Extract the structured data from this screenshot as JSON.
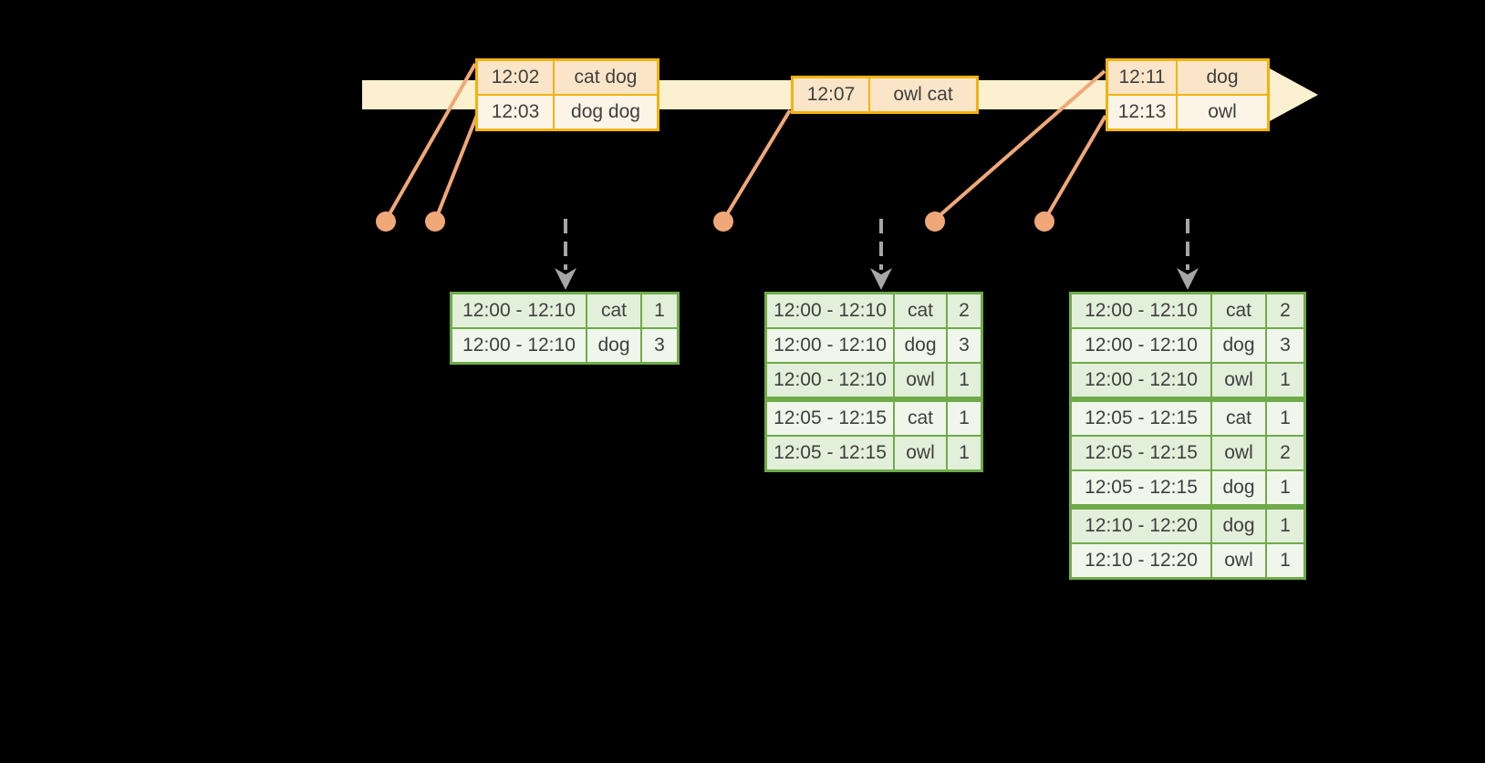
{
  "colors": {
    "background": "#000000",
    "timeline_fill": "#FBF0CF",
    "event_border": "#F2B30D",
    "event_row_peach": "#FAE5C8",
    "event_row_cream": "#FCF4E6",
    "connector": "#F0A878",
    "result_border": "#6FAB49",
    "result_row_green": "#E2EFDA",
    "result_row_light": "#F0F6EC",
    "text": "#3F3F3F",
    "trigger_arrow": "#A6A6A6"
  },
  "event_tables": [
    {
      "rows": [
        [
          "12:02",
          "cat dog"
        ],
        [
          "12:03",
          "dog dog"
        ]
      ]
    },
    {
      "rows": [
        [
          "12:07",
          "owl cat"
        ]
      ]
    },
    {
      "rows": [
        [
          "12:11",
          "dog"
        ],
        [
          "12:13",
          "owl"
        ]
      ]
    }
  ],
  "result_tables": [
    {
      "rows": [
        [
          "12:00 - 12:10",
          "cat",
          "1"
        ],
        [
          "12:00 - 12:10",
          "dog",
          "3"
        ]
      ],
      "group_breaks": []
    },
    {
      "rows": [
        [
          "12:00 - 12:10",
          "cat",
          "2"
        ],
        [
          "12:00 - 12:10",
          "dog",
          "3"
        ],
        [
          "12:00 - 12:10",
          "owl",
          "1"
        ],
        [
          "12:05 - 12:15",
          "cat",
          "1"
        ],
        [
          "12:05 - 12:15",
          "owl",
          "1"
        ]
      ],
      "group_breaks": [
        3
      ]
    },
    {
      "rows": [
        [
          "12:00 - 12:10",
          "cat",
          "2"
        ],
        [
          "12:00 - 12:10",
          "dog",
          "3"
        ],
        [
          "12:00 - 12:10",
          "owl",
          "1"
        ],
        [
          "12:05 - 12:15",
          "cat",
          "1"
        ],
        [
          "12:05 - 12:15",
          "owl",
          "2"
        ],
        [
          "12:05 - 12:15",
          "dog",
          "1"
        ],
        [
          "12:10 - 12:20",
          "dog",
          "1"
        ],
        [
          "12:10 - 12:20",
          "owl",
          "1"
        ]
      ],
      "group_breaks": [
        3,
        6
      ]
    }
  ]
}
